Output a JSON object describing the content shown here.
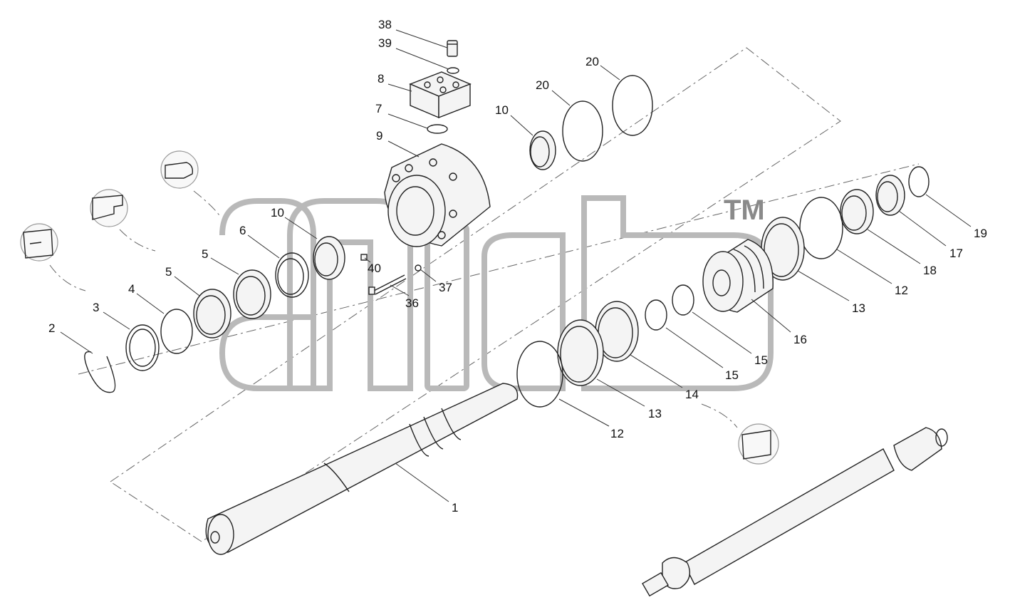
{
  "watermark": {
    "tm": "TM"
  },
  "labels": {
    "l38": "38",
    "l39": "39",
    "l8": "8",
    "l7": "7",
    "l9": "9",
    "l20a": "20",
    "l20b": "20",
    "l10a": "10",
    "l10b": "10",
    "l6": "6",
    "l5a": "5",
    "l5b": "5",
    "l4": "4",
    "l3": "3",
    "l2": "2",
    "l40": "40",
    "l37": "37",
    "l36": "36",
    "l19": "19",
    "l17": "17",
    "l18": "18",
    "l12a": "12",
    "l13a": "13",
    "l16": "16",
    "l15a": "15",
    "l15b": "15",
    "l14": "14",
    "l13b": "13",
    "l12b": "12",
    "l1": "1"
  }
}
